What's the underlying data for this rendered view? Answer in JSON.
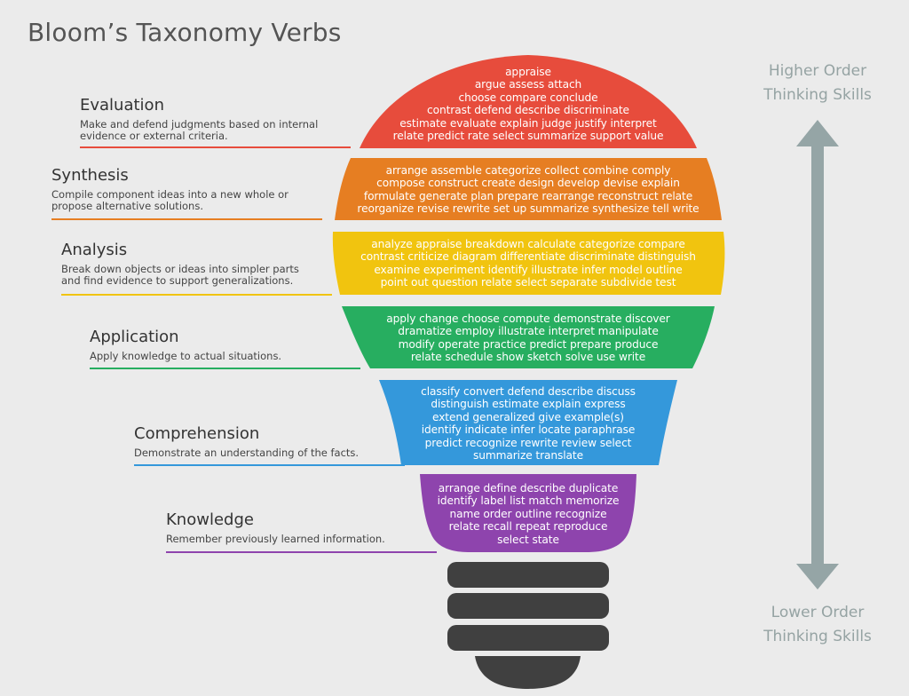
{
  "title": "Bloom’s Taxonomy Verbs",
  "levels": [
    {
      "name": "Evaluation",
      "description": [
        "Make and defend judgments based on internal",
        "evidence or external criteria."
      ],
      "color": "#e74c3c",
      "verbs": [
        "appraise",
        "argue  assess  attach",
        "choose  compare  conclude",
        "contrast  defend  describe  discriminate",
        "estimate  evaluate  explain  judge  justify  interpret",
        "relate  predict  rate  select  summarize  support  value"
      ]
    },
    {
      "name": "Synthesis",
      "description": [
        "Compile component ideas into a new whole or",
        "propose alternative solutions."
      ],
      "color": "#e67e22",
      "verbs": [
        "arrange  assemble  categorize  collect  combine  comply",
        "compose  construct  create  design  develop  devise  explain",
        "formulate  generate  plan  prepare  rearrange  reconstruct  relate",
        "reorganize  revise  rewrite  set up  summarize  synthesize  tell  write"
      ]
    },
    {
      "name": "Analysis",
      "description": [
        "Break down objects or ideas into simpler parts",
        "and find evidence to support generalizations."
      ],
      "color": "#f1c40f",
      "verbs": [
        "analyze  appraise  breakdown  calculate  categorize  compare",
        "contrast  criticize  diagram  differentiate  discriminate  distinguish",
        "examine  experiment  identify  illustrate  infer  model  outline",
        "point out  question  relate  select  separate  subdivide  test"
      ]
    },
    {
      "name": "Application",
      "description": [
        "Apply knowledge to actual situations."
      ],
      "color": "#27ae60",
      "verbs": [
        "apply  change  choose  compute  demonstrate  discover",
        "dramatize  employ  illustrate  interpret  manipulate",
        "modify  operate  practice  predict  prepare  produce",
        "relate  schedule  show  sketch  solve  use  write"
      ]
    },
    {
      "name": "Comprehension",
      "description": [
        "Demonstrate an understanding of the facts."
      ],
      "color": "#3498db",
      "verbs": [
        "classify  convert  defend  describe  discuss",
        "distinguish  estimate  explain  express",
        "extend  generalized  give example(s)",
        "identify  indicate  infer  locate  paraphrase",
        "predict  recognize  rewrite  review  select",
        "summarize  translate"
      ]
    },
    {
      "name": "Knowledge",
      "description": [
        "Remember previously learned information."
      ],
      "color": "#8e44ad",
      "verbs": [
        "arrange  define  describe  duplicate",
        "identify  label  list  match  memorize",
        "name  order  outline  recognize",
        "relate  recall  repeat  reproduce",
        "select  state"
      ]
    }
  ],
  "scale": {
    "top_label": [
      "Higher Order",
      "Thinking Skills"
    ],
    "bottom_label": [
      "Lower Order",
      "Thinking Skills"
    ],
    "arrow_color": "#95a5a6"
  },
  "base_color": "#404040"
}
